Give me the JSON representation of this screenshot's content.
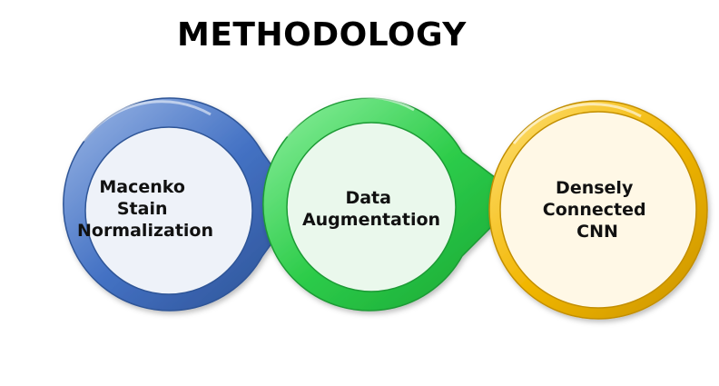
{
  "title": "METHODOLOGY",
  "steps": [
    {
      "lines": [
        "Macenko",
        "Stain",
        "Normalization"
      ],
      "ring_color": "#4472C4",
      "fill_color": "#EEF2F9"
    },
    {
      "lines": [
        "Data",
        "Augmentation"
      ],
      "ring_color": "#2DCC4A",
      "fill_color": "#EAF8EC"
    },
    {
      "lines": [
        "Densely",
        "Connected",
        "CNN"
      ],
      "ring_color": "#F2B705",
      "fill_color": "#FFF8E6"
    }
  ]
}
